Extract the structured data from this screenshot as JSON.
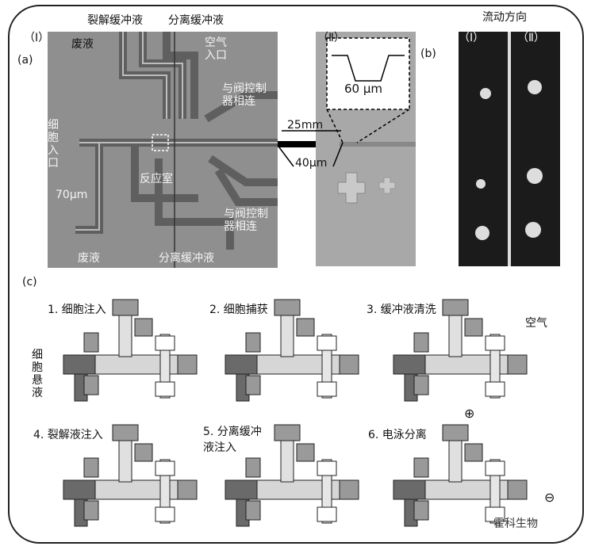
{
  "panel_a": {
    "label": "(a)",
    "roman": "（Ⅰ）",
    "lysis_buffer": "裂解缓冲液",
    "separation_buffer_top": "分离缓冲液",
    "waste_top": "废液",
    "air_inlet": "空气\n入口",
    "valve_ctrl_top": "与阀控制\n器相连",
    "cell_inlet": "细胞入口",
    "reaction_chamber": "反应室",
    "width_70": "70μm",
    "valve_ctrl_bottom": "与阀控制\n器相连",
    "waste_bottom": "废液",
    "separation_buffer_bottom": "分离缓冲液"
  },
  "panel_b": {
    "roman": "（Ⅱ）",
    "label": "(b)",
    "inset": "60 μm",
    "len_25": "25mm",
    "len_40": "40μm"
  },
  "panel_flow": {
    "title": "流动方向",
    "roman_1": "（Ⅰ）",
    "roman_2": "（Ⅱ）"
  },
  "panel_c": {
    "label": "(c)",
    "cell_suspension": "细胞悬液",
    "air": "空气",
    "steps": [
      "1. 细胞注入",
      "2. 细胞捕获",
      "3. 缓冲液清洗",
      "4. 裂解液注入",
      "5. 分离缓冲\n液注入",
      "6. 电泳分离"
    ],
    "plus": "⊕",
    "minus": "⊖"
  },
  "watermark": "霍科生物"
}
